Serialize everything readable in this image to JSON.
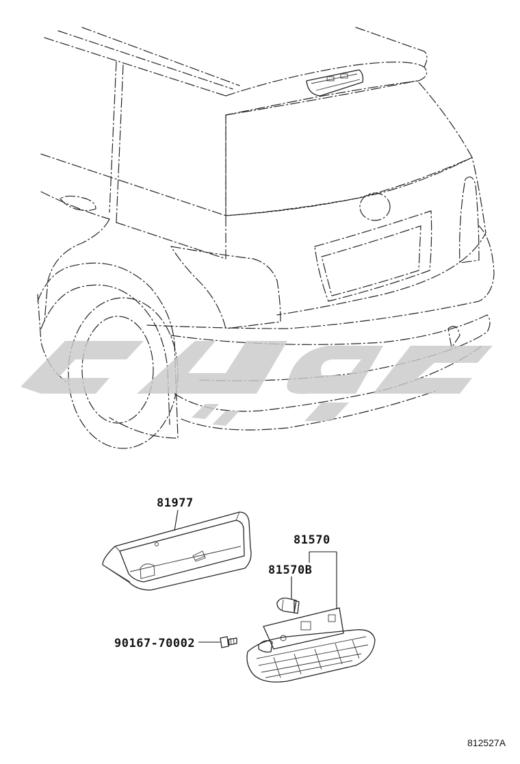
{
  "diagram": {
    "parts": [
      {
        "id": "cover",
        "number": "81977"
      },
      {
        "id": "lamp-assy",
        "number": "81570"
      },
      {
        "id": "bulb",
        "number": "81570B"
      },
      {
        "id": "screw",
        "number": "90167-70002"
      }
    ],
    "figure_code": "812527A"
  },
  "colors": {
    "line": "#222222",
    "watermark": "#c9c9c9",
    "background": "#ffffff"
  }
}
